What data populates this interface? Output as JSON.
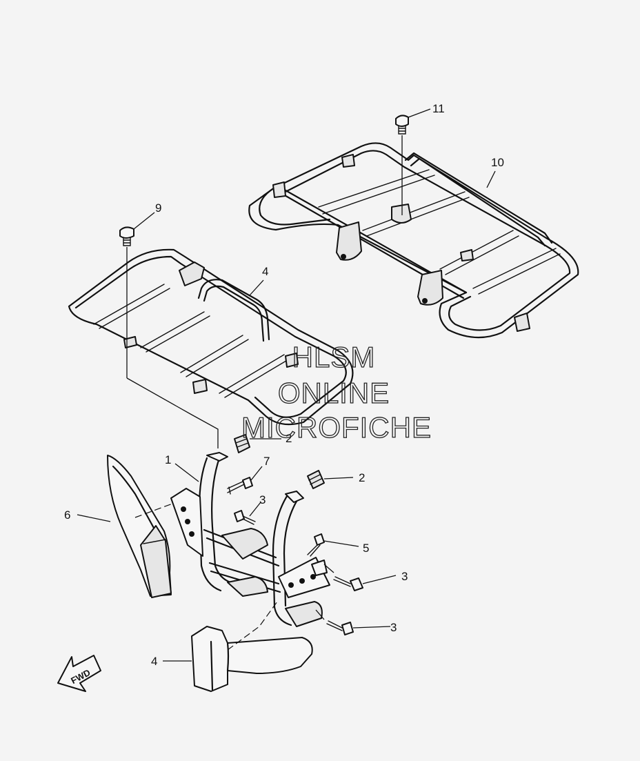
{
  "callouts": [
    {
      "id": "c11",
      "label": "11"
    },
    {
      "id": "c10",
      "label": "10"
    },
    {
      "id": "c9",
      "label": "9"
    },
    {
      "id": "c4a",
      "label": "4"
    },
    {
      "id": "c2a",
      "label": "2"
    },
    {
      "id": "c1",
      "label": "1"
    },
    {
      "id": "c7",
      "label": "7"
    },
    {
      "id": "c2b",
      "label": "2"
    },
    {
      "id": "c3a",
      "label": "3"
    },
    {
      "id": "c6",
      "label": "6"
    },
    {
      "id": "c5",
      "label": "5"
    },
    {
      "id": "c3b",
      "label": "3"
    },
    {
      "id": "c3c",
      "label": "3"
    },
    {
      "id": "c4b",
      "label": "4"
    }
  ],
  "direction_indicator": {
    "label": "FWD",
    "icon": "forward-arrow-icon"
  },
  "watermark": {
    "line1": "HLSM",
    "line2": "ONLINE",
    "line3": "MICROFICHE"
  }
}
